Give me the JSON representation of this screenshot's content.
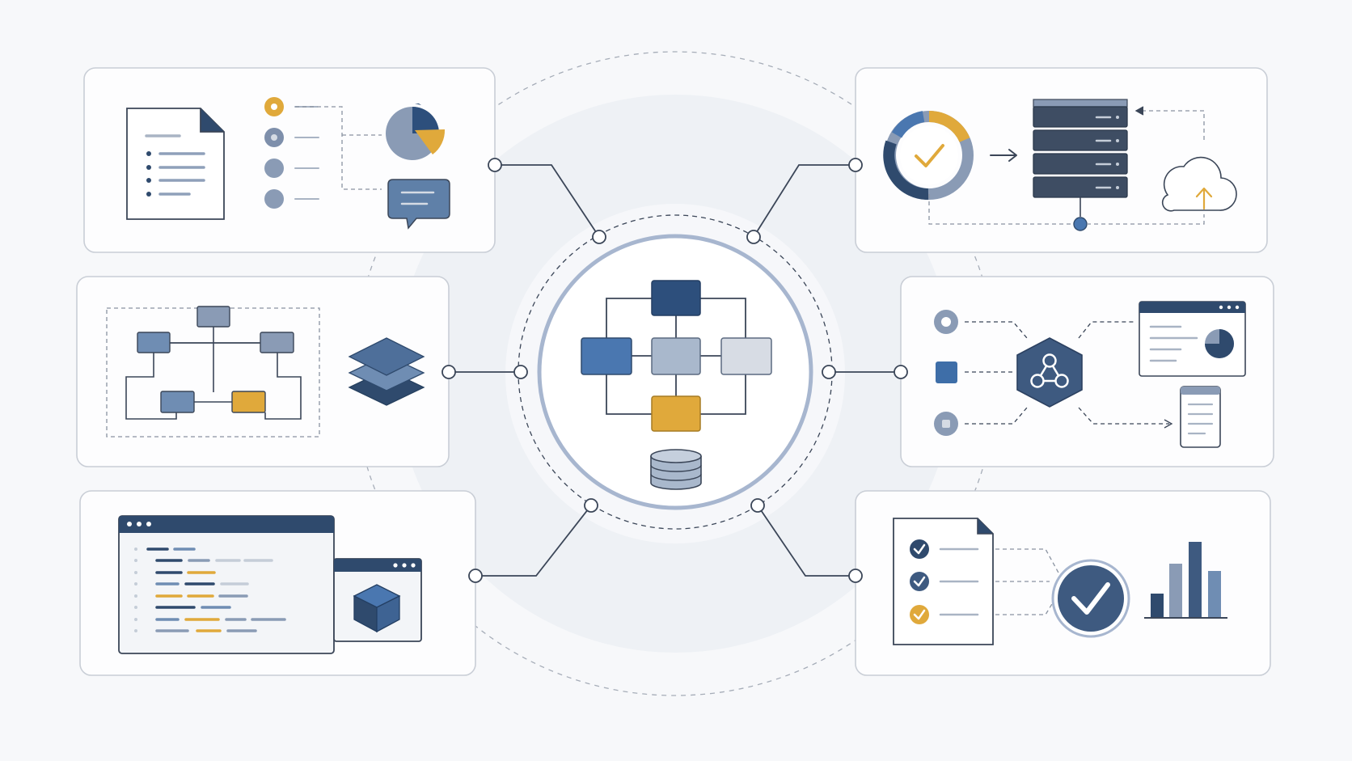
{
  "diagram": {
    "hub": {
      "icon": "flowchart-icon",
      "store_icon": "database-icon"
    },
    "panels": [
      {
        "id": "top-left",
        "icons": [
          "document-icon",
          "list-bullets-icon",
          "pie-chart-icon",
          "chat-bubble-icon"
        ]
      },
      {
        "id": "middle-left",
        "icons": [
          "org-chart-icon",
          "layers-icon"
        ]
      },
      {
        "id": "bottom-left",
        "icons": [
          "code-editor-window-icon",
          "cube-icon"
        ]
      },
      {
        "id": "top-right",
        "icons": [
          "progress-ring-check-icon",
          "arrow-right-icon",
          "server-rack-icon",
          "cloud-upload-icon"
        ]
      },
      {
        "id": "middle-right",
        "icons": [
          "hexagon-network-icon",
          "dashboard-window-icon",
          "mobile-device-icon"
        ]
      },
      {
        "id": "bottom-right",
        "icons": [
          "checklist-document-icon",
          "check-circle-icon",
          "bar-chart-icon"
        ]
      }
    ]
  },
  "colors": {
    "navy": "#2f4a6d",
    "blue": "#4a77b0",
    "slate": "#8a9bb5",
    "light": "#d5dbe4",
    "gold": "#e0a93b",
    "panel_border": "#c9ced6",
    "line": "#3b4658"
  }
}
